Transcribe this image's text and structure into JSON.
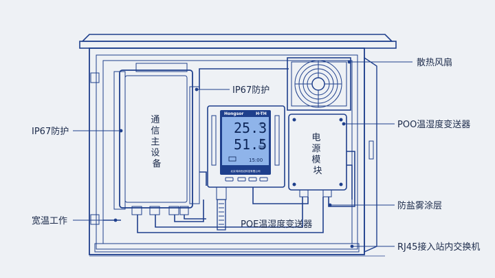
{
  "labels": {
    "fan": "散热风扇",
    "ip67_top": "IP67防护",
    "ip67_left": "IP67防护",
    "comm_device": "通信主设备",
    "poo_transmitter": "POO温湿度变送器",
    "power_module": "电源模块",
    "salt_fog": "防盐雾涂层",
    "wide_temp": "宽温工作",
    "poe_transmitter": "POE温湿度变送器",
    "rj45": "RJ45接入站内交换机"
  },
  "display": {
    "brand": "Hongsor",
    "model": "H-TH",
    "temperature": "25.3",
    "temp_unit": "℃",
    "humidity": "51.5",
    "hum_unit_top": "%",
    "hum_unit_bottom": "RH",
    "clock": "15:00",
    "footer_text": "北京鸿尚世纪科技有限公司"
  },
  "colors": {
    "line": "#1e3f8c",
    "background": "#eef1f5",
    "panel": "#f6f8fb",
    "screen": "#8fb4ea",
    "screen_frame": "#1e3f8c"
  }
}
